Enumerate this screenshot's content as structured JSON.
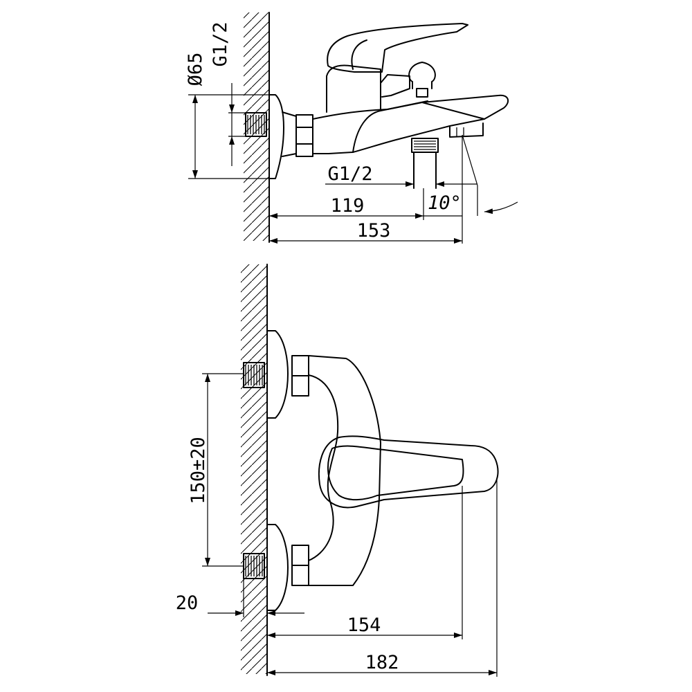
{
  "top_view": {
    "diameter": "Ø65",
    "thread_wall": "G1/2",
    "thread_outlet": "G1/2",
    "angle": "10°",
    "length_outlet": "119",
    "length_total": "153"
  },
  "front_view": {
    "center_distance": "150±20",
    "wall_offset": "20",
    "length_body": "154",
    "length_total": "182"
  }
}
